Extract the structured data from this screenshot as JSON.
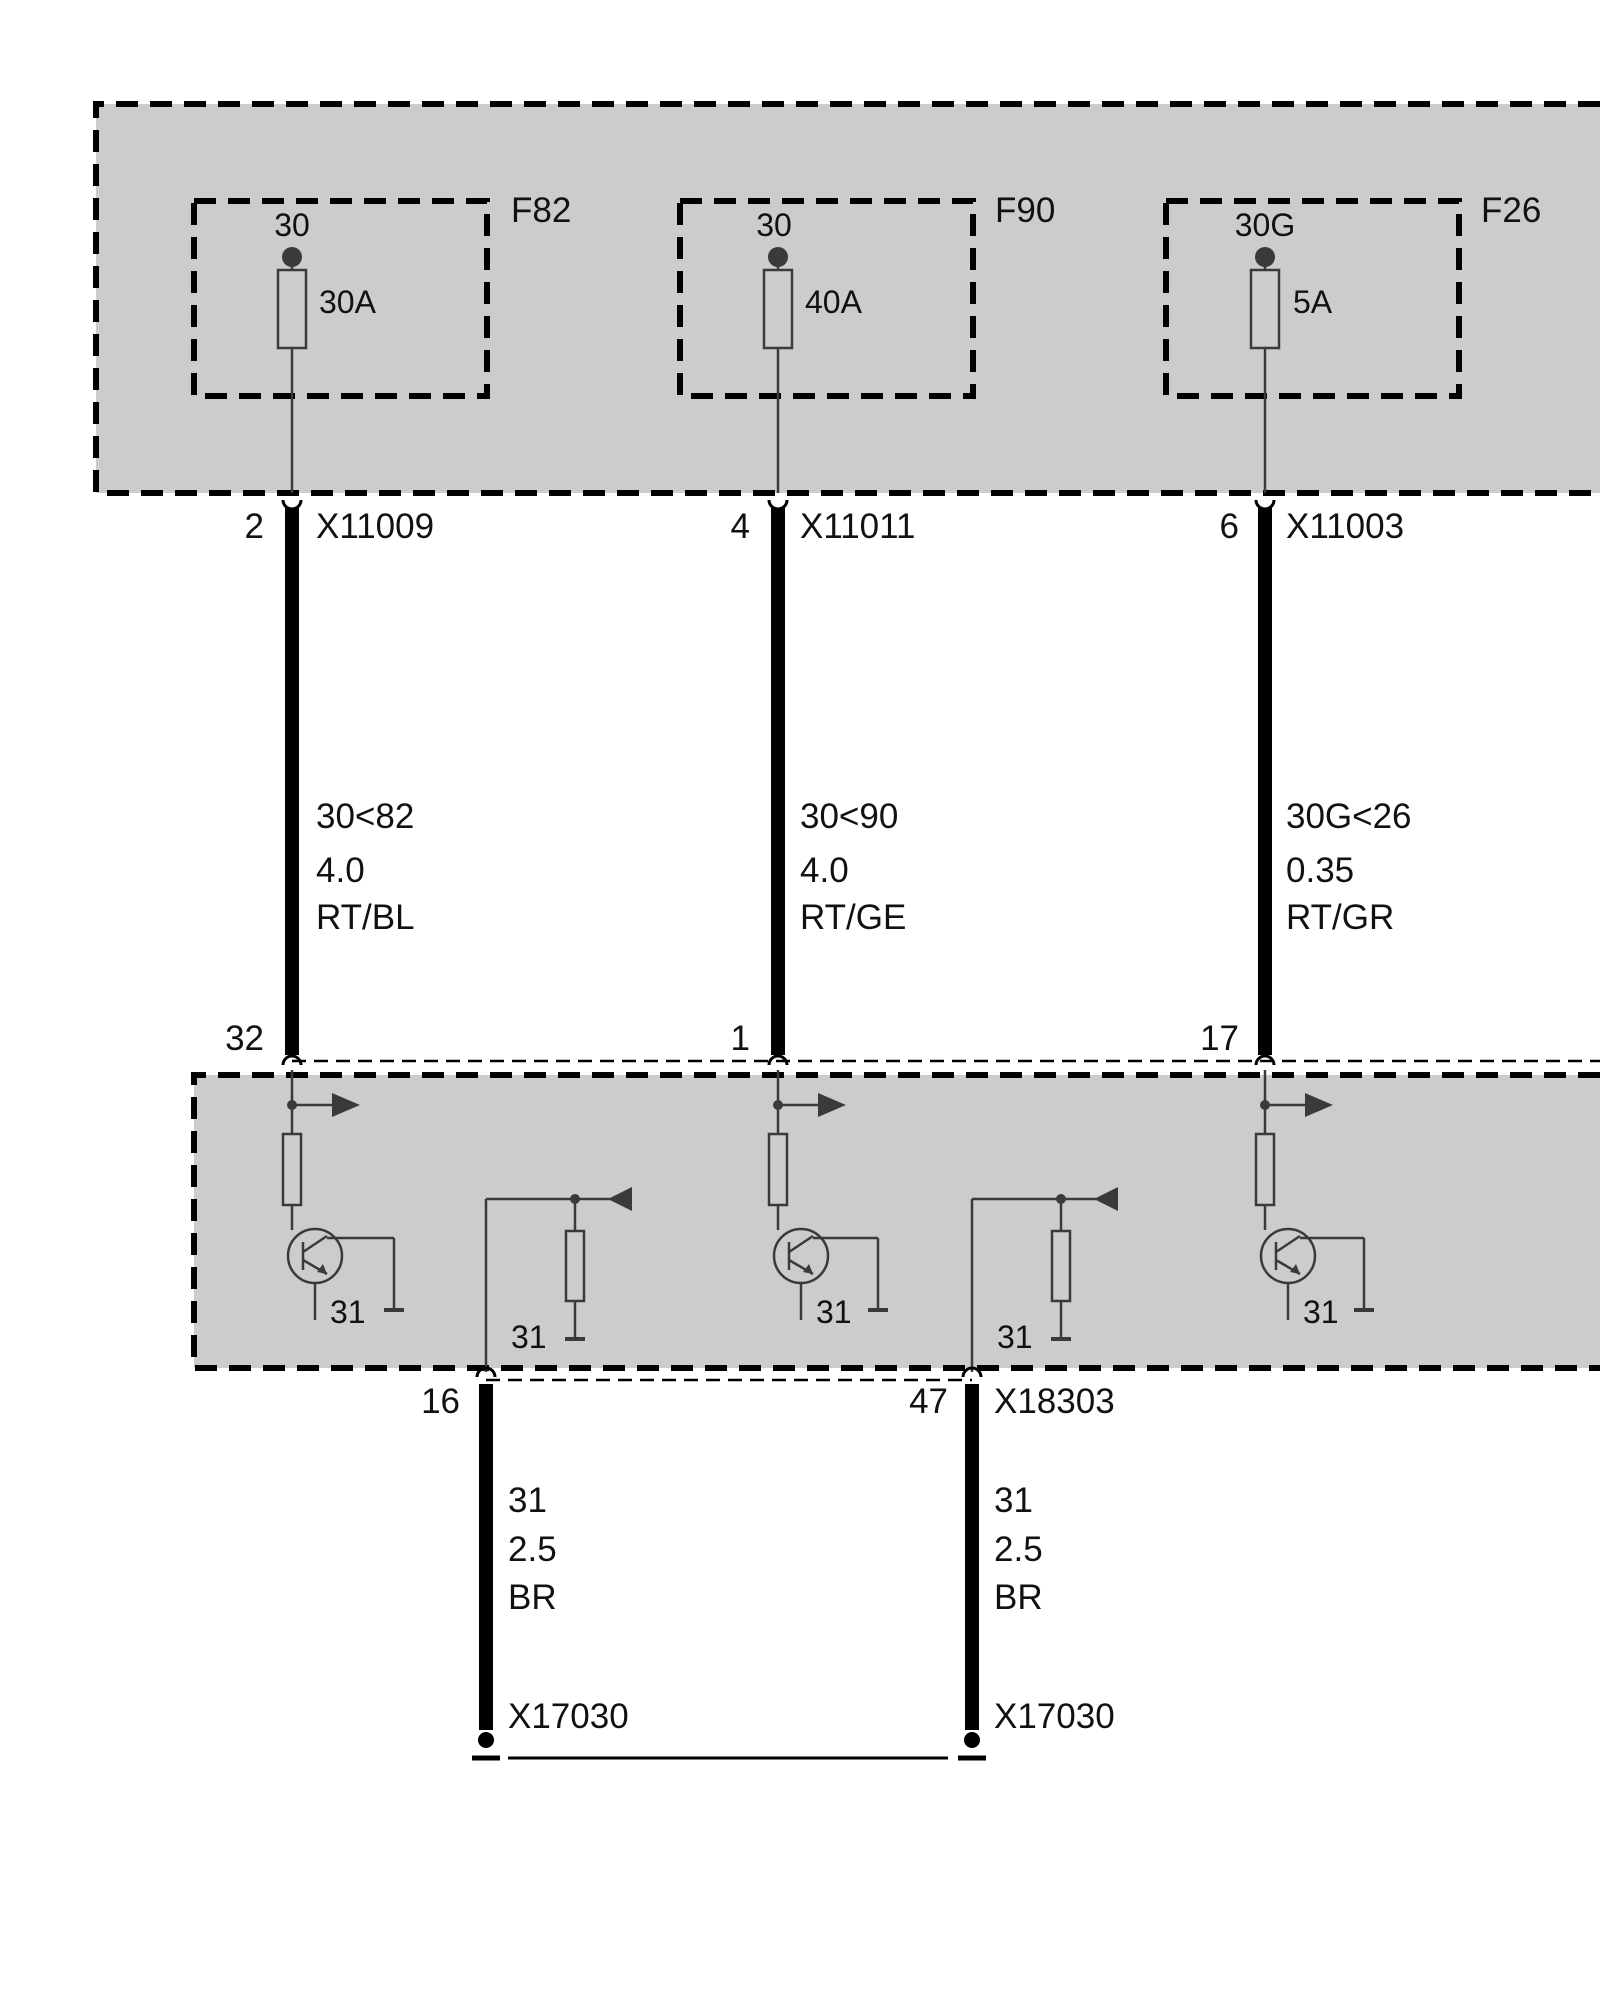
{
  "colors": {
    "module_fill": "#cccccc",
    "wire": "#000000",
    "background": "#ffffff"
  },
  "fuse_box": {
    "fuses": [
      {
        "id": "F82",
        "terminal": "30",
        "rating": "30A"
      },
      {
        "id": "F90",
        "terminal": "30",
        "rating": "40A"
      },
      {
        "id": "F26",
        "terminal": "30G",
        "rating": "5A"
      }
    ]
  },
  "supply_wires": [
    {
      "pin_top": "2",
      "connector": "X11009",
      "signal": "30<82",
      "gauge": "4.0",
      "color": "RT/BL",
      "pin_bottom": "32"
    },
    {
      "pin_top": "4",
      "connector": "X11011",
      "signal": "30<90",
      "gauge": "4.0",
      "color": "RT/GE",
      "pin_bottom": "1"
    },
    {
      "pin_top": "6",
      "connector": "X11003",
      "signal": "30G<26",
      "gauge": "0.35",
      "color": "RT/GR",
      "pin_bottom": "17"
    }
  ],
  "module": {
    "transistor_grounds": [
      "31",
      "31",
      "31"
    ],
    "resistor_grounds": [
      "31",
      "31"
    ]
  },
  "ground_wires": [
    {
      "pin": "16",
      "connector": "",
      "signal": "31",
      "gauge": "2.5",
      "color": "BR",
      "ground": "X17030"
    },
    {
      "pin": "47",
      "connector": "X18303",
      "signal": "31",
      "gauge": "2.5",
      "color": "BR",
      "ground": "X17030"
    }
  ]
}
